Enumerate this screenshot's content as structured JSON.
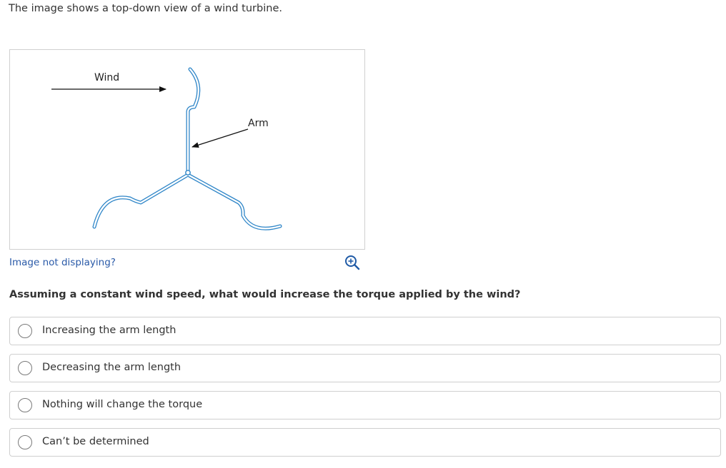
{
  "intro_text": "The image shows a top-down view of a wind turbine.",
  "figure": {
    "wind_label": "Wind",
    "arm_label": "Arm"
  },
  "image_link": "Image not displaying?",
  "zoom_icon": "zoom-in-icon",
  "question": "Assuming a constant wind speed, what would increase the torque applied by the wind?",
  "options": [
    {
      "label": "Increasing the arm length",
      "selected": false
    },
    {
      "label": "Decreasing the arm length",
      "selected": false
    },
    {
      "label": "Nothing will change the torque",
      "selected": false
    },
    {
      "label": "Can’t be determined",
      "selected": false
    }
  ],
  "colors": {
    "turbine": "#2f86c8",
    "link": "#2a5aa8",
    "border": "#cfcfcf"
  }
}
